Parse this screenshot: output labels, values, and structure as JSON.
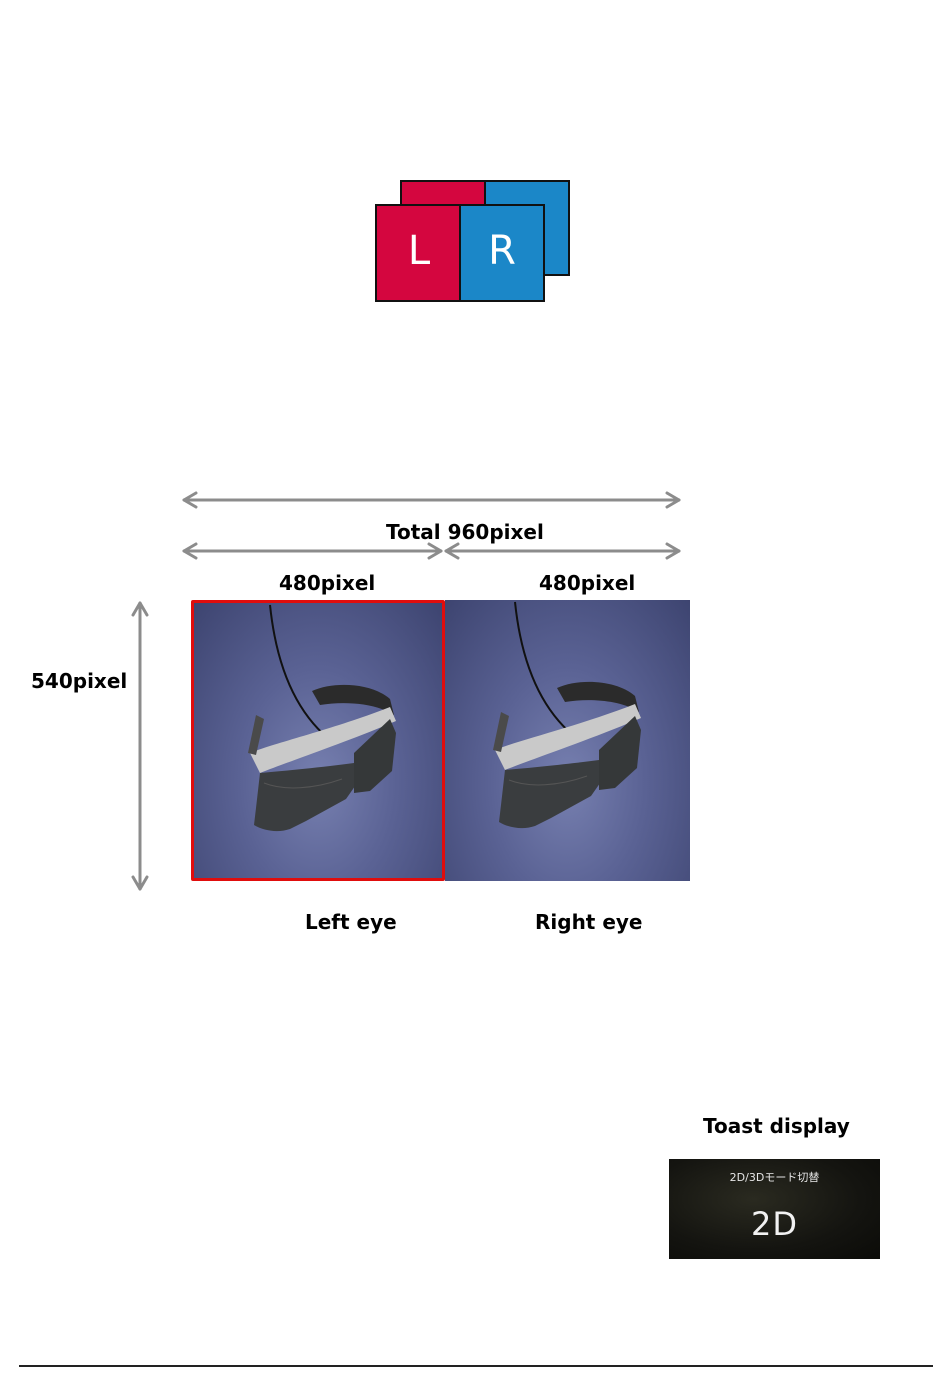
{
  "icon": {
    "left_letter": "L",
    "right_letter": "R",
    "left_color": "#d4063f",
    "right_color": "#1b87c8"
  },
  "dimensions": {
    "total_label": "Total 960pixel",
    "left_width_label": "480pixel",
    "right_width_label": "480pixel",
    "height_label": "540pixel"
  },
  "eyes": {
    "left_caption": "Left eye",
    "right_caption": "Right eye",
    "highlight_color": "#e00d0d"
  },
  "toast": {
    "heading": "Toast display",
    "title": "2D/3Dモード切替",
    "mode": "2D"
  }
}
